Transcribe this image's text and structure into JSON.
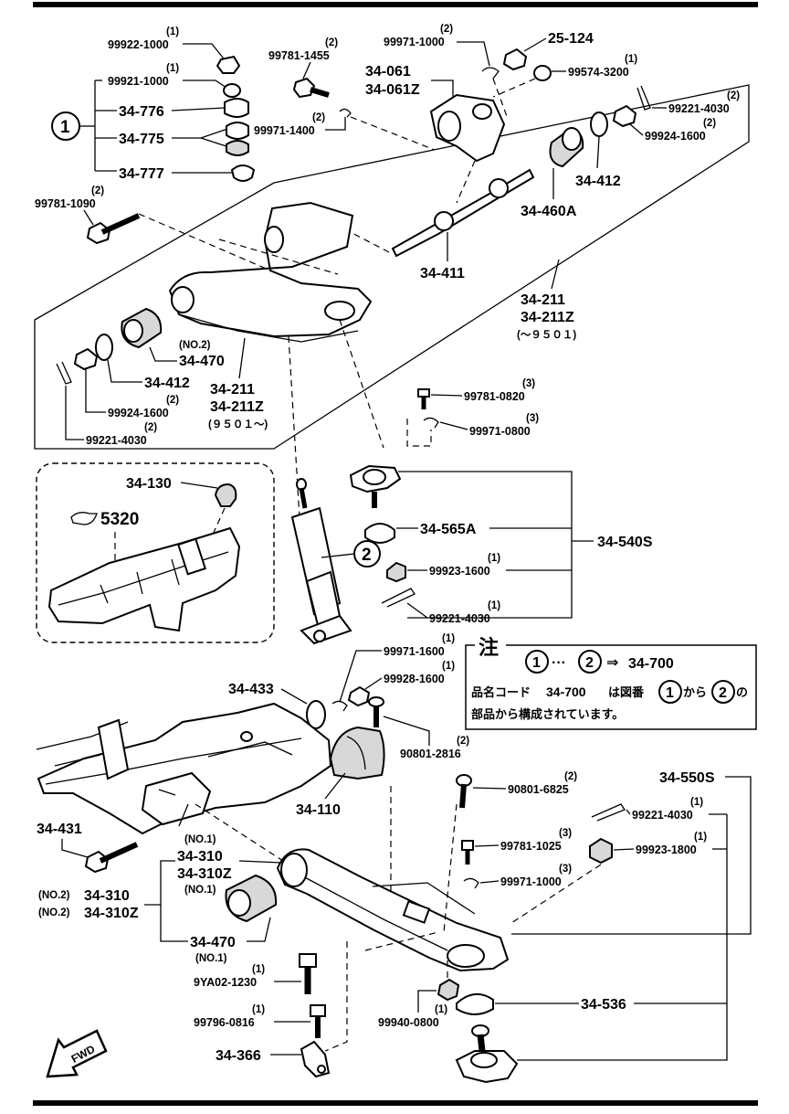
{
  "diagram": {
    "frame_color": "#000000",
    "parts": {
      "p99922": {
        "number": "99922-1000",
        "qty": "(1)"
      },
      "p99921": {
        "number": "99921-1000",
        "qty": "(1)"
      },
      "p34776": {
        "number": "34-776"
      },
      "p34775": {
        "number": "34-775"
      },
      "p34777": {
        "number": "34-777"
      },
      "p99781_1090": {
        "number": "99781-1090",
        "qty": "(2)"
      },
      "p99781_1455": {
        "number": "99781-1455",
        "qty": "(2)"
      },
      "p99971_1400": {
        "number": "99971-1400",
        "qty": "(2)"
      },
      "p34061": {
        "number": "34-061"
      },
      "p34061z": {
        "number": "34-061Z"
      },
      "p99971_1000": {
        "number": "99971-1000",
        "qty": "(2)"
      },
      "p25124": {
        "number": "25-124"
      },
      "p99574": {
        "number": "99574-3200",
        "qty": "(1)"
      },
      "p99221_top": {
        "number": "99221-4030",
        "qty": "(2)"
      },
      "p99924_top": {
        "number": "99924-1600",
        "qty": "(2)"
      },
      "p34412_top": {
        "number": "34-412"
      },
      "p34460a": {
        "number": "34-460A"
      },
      "p34411": {
        "number": "34-411"
      },
      "p34211_right": {
        "number": "34-211"
      },
      "p34211z_right": {
        "number": "34-211Z"
      },
      "p_range_right": {
        "text": "(～９５０１)"
      },
      "p34470_top": {
        "number": "34-470",
        "qty": "(NO.2)"
      },
      "p34412_left": {
        "number": "34-412"
      },
      "p99924_left": {
        "number": "99924-1600",
        "qty": "(2)"
      },
      "p99221_left": {
        "number": "99221-4030",
        "qty": "(2)"
      },
      "p34211_left": {
        "number": "34-211"
      },
      "p34211z_left": {
        "number": "34-211Z"
      },
      "p_range_left": {
        "text": "(９５０１～)"
      },
      "p99781_0820": {
        "number": "99781-0820",
        "qty": "(3)"
      },
      "p99971_0800": {
        "number": "99971-0800",
        "qty": "(3)"
      },
      "p34130": {
        "number": "34-130"
      },
      "p5320": {
        "number": "5320"
      },
      "p34565a": {
        "number": "34-565A"
      },
      "p34540s": {
        "number": "34-540S"
      },
      "p99923_1600": {
        "number": "99923-1600",
        "qty": "(1)"
      },
      "p99221_mid": {
        "number": "99221-4030",
        "qty": "(1)"
      },
      "p99971_1600": {
        "number": "99971-1600",
        "qty": "(1)"
      },
      "p99928_1600": {
        "number": "99928-1600",
        "qty": "(1)"
      },
      "p34433": {
        "number": "34-433"
      },
      "p90801_2816": {
        "number": "90801-2816",
        "qty": "(2)"
      },
      "p34110": {
        "number": "34-110"
      },
      "p90801_6825": {
        "number": "90801-6825",
        "qty": "(2)"
      },
      "p34550s": {
        "number": "34-550S"
      },
      "p99221_low": {
        "number": "99221-4030",
        "qty": "(1)"
      },
      "p99923_1800": {
        "number": "99923-1800",
        "qty": "(1)"
      },
      "p34431": {
        "number": "34-431"
      },
      "p34310_no1": {
        "number": "34-310",
        "qty": "(NO.1)"
      },
      "p34310z_no1": {
        "number": "34-310Z",
        "qty": "(NO.1)"
      },
      "p34310_no2": {
        "number": "34-310",
        "qty": "(NO.2)"
      },
      "p34310z_no2": {
        "number": "34-310Z",
        "qty": "(NO.2)"
      },
      "p99781_1025": {
        "number": "99781-1025",
        "qty": "(3)"
      },
      "p99971_1000_low": {
        "number": "99971-1000",
        "qty": "(3)"
      },
      "p34470_low": {
        "number": "34-470",
        "qty": "(NO.1)"
      },
      "p9ya02": {
        "number": "9YA02-1230",
        "qty": "(1)"
      },
      "p99796": {
        "number": "99796-0816",
        "qty": "(1)"
      },
      "p34366": {
        "number": "34-366"
      },
      "p99940": {
        "number": "99940-0800",
        "qty": "(1)"
      },
      "p34536": {
        "number": "34-536"
      }
    },
    "callouts": {
      "one": "1",
      "two": "2",
      "fwd": "FWD"
    },
    "note": {
      "title": "注",
      "formula_one": "1",
      "formula_ellipsis": "···",
      "formula_two": "2",
      "formula_arrow": "⇒",
      "formula_part": "34-700",
      "line2_prefix": "品名コード",
      "line2_part": "34-700",
      "line2_mid": "は図番",
      "line2_one": "1",
      "line2_from": "から",
      "line2_two": "2",
      "line2_suffix": "の",
      "line3": "部品から構成されています。"
    }
  }
}
